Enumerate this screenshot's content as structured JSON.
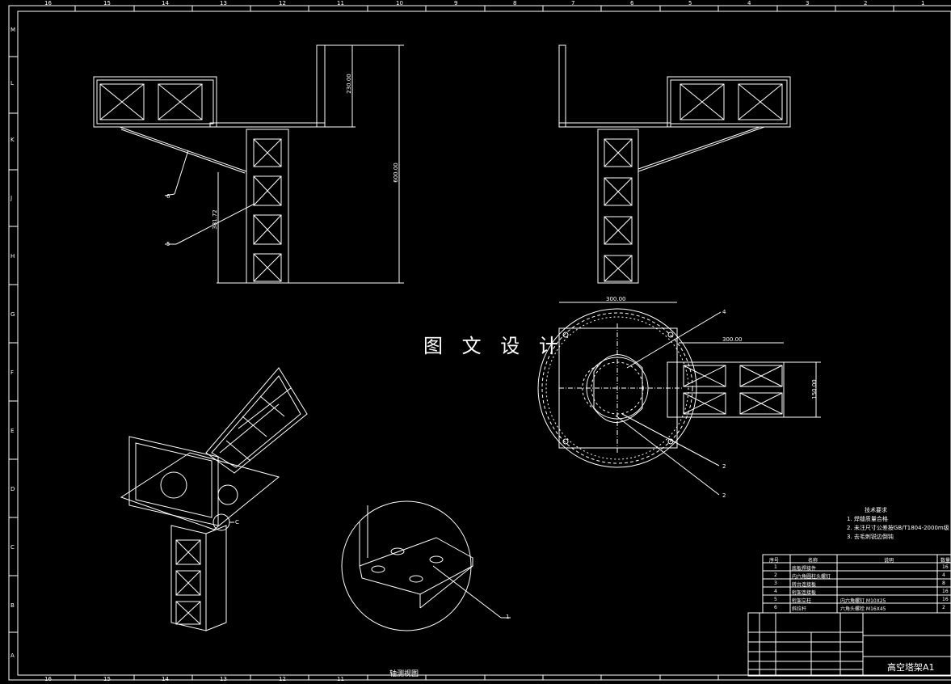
{
  "watermark": "图 文 设 计",
  "border": {
    "columns": [
      "16",
      "15",
      "14",
      "13",
      "12",
      "11",
      "10",
      "9",
      "8",
      "7",
      "6",
      "5",
      "4",
      "3",
      "2",
      "1"
    ],
    "rows": [
      "M",
      "L",
      "K",
      "J",
      "H",
      "G",
      "F",
      "E",
      "D",
      "C",
      "B",
      "A"
    ]
  },
  "dimensions": {
    "front_height_total": "600.00",
    "front_top_height": "230.00",
    "front_lower": "381.72",
    "plan_diameter": "300.00",
    "plan_arm_length": "300.00",
    "plan_arm_width": "150.00"
  },
  "balloons": {
    "b6": "6",
    "b5": "5",
    "b4": "4",
    "b2a": "2",
    "b2b": "2",
    "b1": "1",
    "detail_c": "C"
  },
  "notes": {
    "title": "技术要求",
    "items": [
      "1. 焊缝质量合格",
      "2. 未注尺寸公差按GB/T1804-2000m级",
      "3. 去毛刺锐边倒钝"
    ]
  },
  "bom": {
    "headers": [
      "序号",
      "名称",
      "说明",
      "数量"
    ],
    "rows": [
      {
        "no": "1",
        "name": "底板焊接件",
        "desc": "",
        "qty": "16"
      },
      {
        "no": "2",
        "name": "内六角圆柱头螺钉",
        "desc": "",
        "qty": "4"
      },
      {
        "no": "3",
        "name": "转台连接板",
        "desc": "",
        "qty": "8"
      },
      {
        "no": "4",
        "name": "桁架连接板",
        "desc": "",
        "qty": "16"
      },
      {
        "no": "5",
        "name": "桁架立柱",
        "desc": "内六角螺钉 M10X25",
        "qty": "16"
      },
      {
        "no": "6",
        "name": "斜拉杆",
        "desc": "六角头螺栓 M16X45",
        "qty": "2"
      }
    ]
  },
  "titleblock": {
    "drawing_name": "高空塔架A1",
    "view_label": "轴测视图"
  }
}
